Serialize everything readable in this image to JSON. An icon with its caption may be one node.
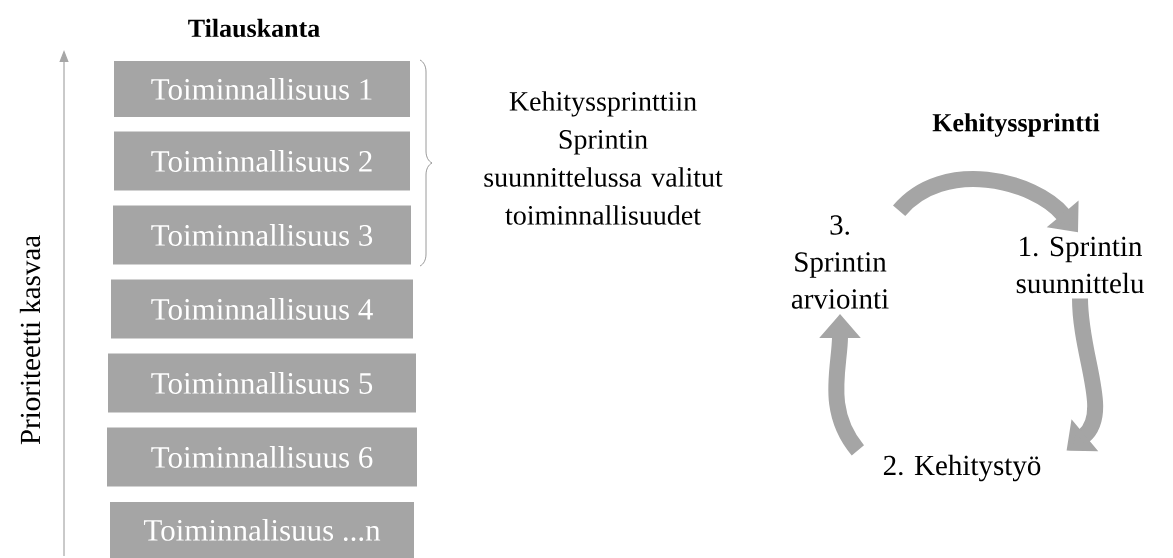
{
  "diagram": {
    "nodes": [
      {
        "text": [
          "Toiminnallisuus 1"
        ]
      },
      {
        "text": [
          "Toiminnallisuus 2"
        ]
      },
      {
        "text": [
          "Toiminnallisuus 3"
        ]
      },
      {
        "text": [
          "Toiminnallisuus 4"
        ]
      },
      {
        "text": [
          "Toiminnallisuus 5"
        ]
      },
      {
        "text": [
          "Toiminnallisuus 6"
        ]
      },
      {
        "text": [
          "Toiminnalisuus ...n"
        ]
      },
      {
        "text": [
          "1. Sprintin suunnittelu"
        ]
      },
      {
        "text": [
          "2. Kehitystyö"
        ]
      },
      {
        "text": [
          "3. Sprintin arviointi"
        ]
      }
    ],
    "edges": [
      {
        "from": 9,
        "to": 7,
        "arrow": "to"
      },
      {
        "from": 7,
        "to": 8,
        "arrow": "to"
      },
      {
        "from": 8,
        "to": 9,
        "arrow": "to"
      }
    ],
    "labels": [
      "Tilauskanta",
      "Prioriteetti kasvaa",
      "Kehityssprinttiin Sprintin suunnittelussa valitut toiminnallisuudet",
      "Kehityssprintti"
    ]
  }
}
